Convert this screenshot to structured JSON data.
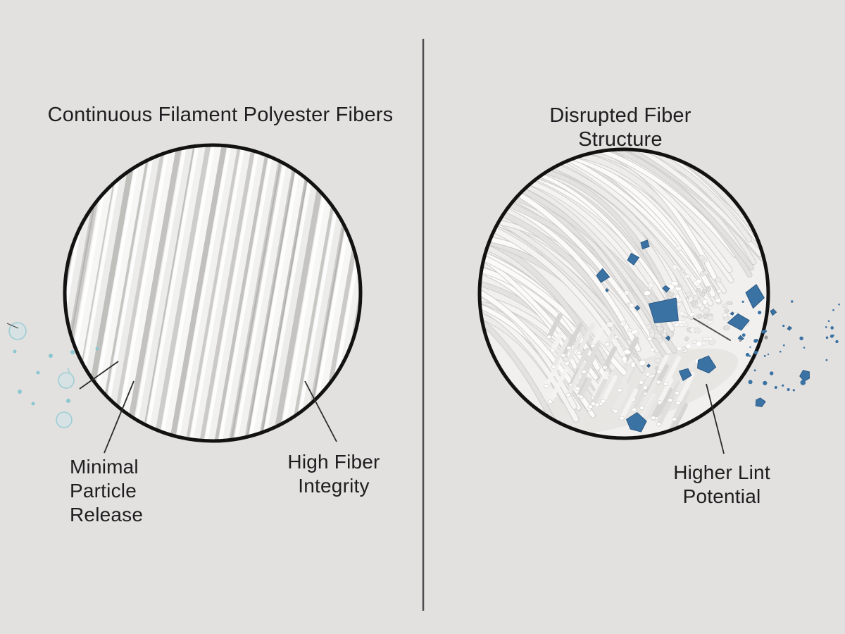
{
  "left_panel": {
    "title": "Continuous Filament Polyester Fibers",
    "illustration": "magnified smooth continuous white polyester filaments",
    "callouts": {
      "minimal_particle_release": "Minimal\nParticle\nRelease",
      "high_fiber_integrity": "High Fiber\nIntegrity"
    }
  },
  "right_panel": {
    "title": "Disrupted Fiber Structure",
    "illustration": "magnified frayed broken fiber bundle shedding blue lint debris",
    "callouts": {
      "higher_lint_potential": "Higher Lint\nPotential"
    }
  },
  "colors": {
    "background": "#e2e1df",
    "circle_fill_left": "#ecebe9",
    "circle_fill_right": "#f1f0ee",
    "circle_outline": "#121212",
    "divider": "#4f4f52",
    "leader_line": "#2b2b2b",
    "fiber_gap": "#b5b4b2",
    "fiber_shadow": "#c9c8c6",
    "lint_blue": "#3a72a4",
    "lint_blue_dark": "#2d5a85",
    "bubble_teal": "#9ecdd6",
    "bubble_fill": "rgba(199,228,232,0.45)",
    "dot_teal": "#8cc6d0",
    "text": "#1e1e20"
  }
}
